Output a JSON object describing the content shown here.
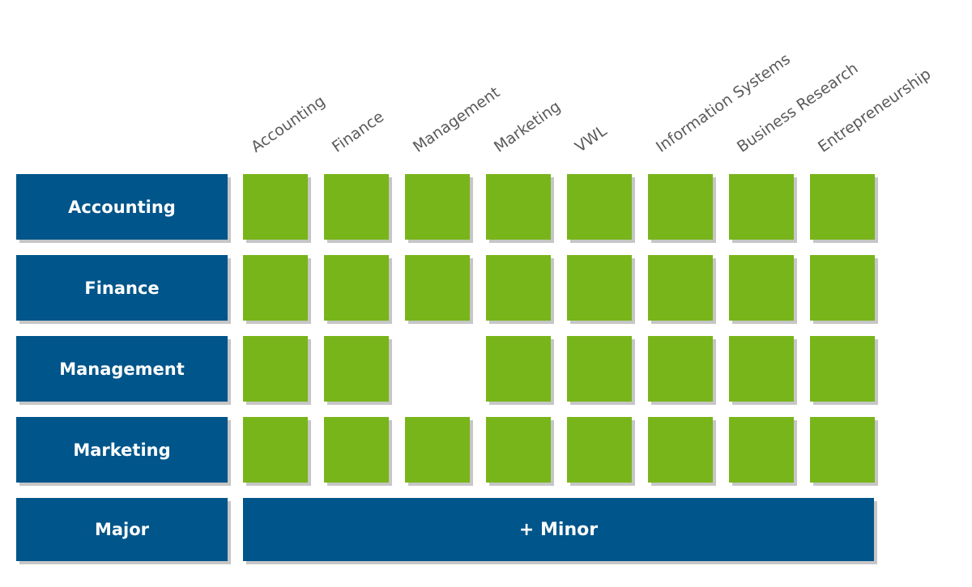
{
  "columns": [
    "Accounting",
    "Finance",
    "Management",
    "Marketing",
    "VWL",
    "Information Systems",
    "Business Research",
    "Entrepreneurship"
  ],
  "rows": [
    {
      "label": "Accounting",
      "cells": [
        true,
        true,
        true,
        true,
        true,
        true,
        true,
        true
      ]
    },
    {
      "label": "Finance",
      "cells": [
        true,
        true,
        true,
        true,
        true,
        true,
        true,
        true
      ]
    },
    {
      "label": "Management",
      "cells": [
        true,
        true,
        false,
        true,
        true,
        true,
        true,
        true
      ]
    },
    {
      "label": "Marketing",
      "cells": [
        true,
        true,
        true,
        true,
        true,
        true,
        true,
        true
      ]
    }
  ],
  "footer": {
    "major_label": "Major",
    "minor_label": "+ Minor"
  },
  "colors": {
    "label_blue": "#00558a",
    "cell_green": "#78b51a",
    "shadow_gray": "#c6c6c6",
    "header_gray": "#5a5a5a"
  }
}
